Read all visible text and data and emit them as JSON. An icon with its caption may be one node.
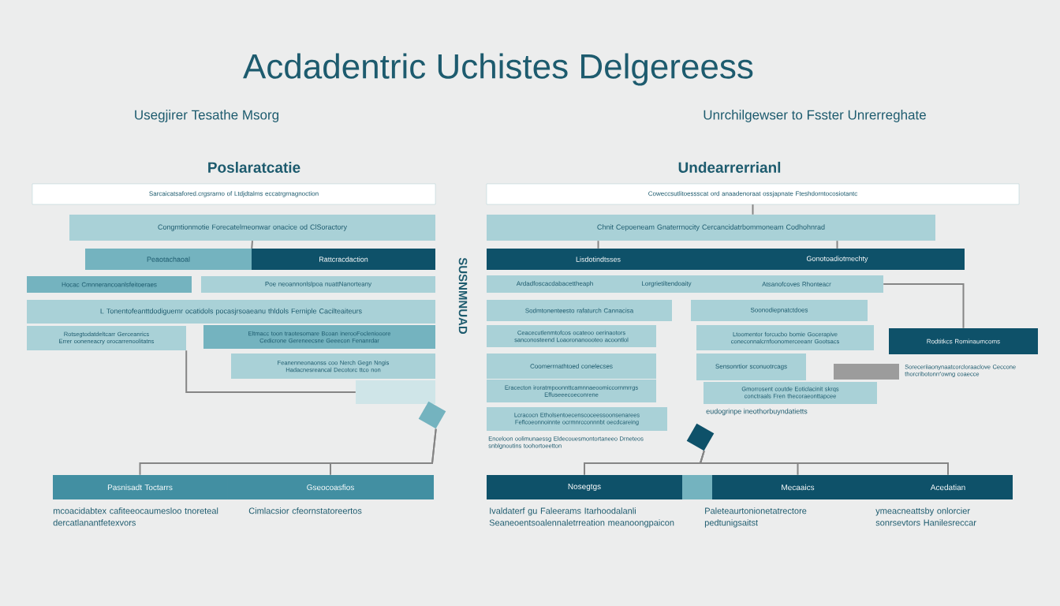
{
  "diagram": {
    "title": "Acdadentric Uchistes Delgereess",
    "nodes": [
      {
        "text": [
          "Sarcaicatsafored.crgsrarno of Ltdjdtalms eccatrgrnagnoction"
        ]
      },
      {
        "text": [
          "Congmtionmotie Forecatelmeonwar onacice od ClSoractory"
        ]
      },
      {
        "text": [
          "Peaotachaoal"
        ]
      },
      {
        "text": [
          "Rattcracdaction"
        ]
      },
      {
        "text": [
          "Hocac Cmnnerancoanlsfeitoeraes"
        ]
      },
      {
        "text": [
          "Poe neoannonlslpoa nuattNanorteany"
        ]
      },
      {
        "text": [
          "L Tonentofeanttdodiguemr ocatidols pocasjrsoaeanu thldols Ferniple Cacilteaiteurs"
        ]
      },
      {
        "text": [
          "Rotsegtodatdeltcarr Gerceanrics Errer ooneneacry orocarrenoolitatns"
        ]
      },
      {
        "text": [
          "Eltmacc toon traotesomare Bcoan inerooFocleniooore Cedicrone Gereneecsne Geeecon Fenanrdar"
        ]
      },
      {
        "text": [
          "Feanenneonaonss coo Nerch Gegn Nngis Hadacnesreancal Decotorc ttco non"
        ]
      },
      {
        "text": [],
        "shape": "box"
      },
      {
        "text": [
          "Pasnisadt Toctarrs"
        ],
        "beside": [
          "mcoacidabtex cafiteeocaumesloo tnoreteal dercatlanantfetexvors"
        ]
      },
      {
        "text": [
          "Gseocoasfios"
        ],
        "beside": [
          "Cimlacsior cfeornstatoreertos"
        ]
      },
      {
        "text": [
          "Coweccsutlitoessscat ord anaadenoraat ossjapnate Fteshdorntocosiotantc"
        ]
      },
      {
        "text": [
          "Chnit Cepoeneam Gnaterrnocity Cercancidatrbommoneam Codhohnrad"
        ]
      },
      {
        "text": [
          "Lisdotindtsses"
        ]
      },
      {
        "text": [
          "Gonotoadiotmechty"
        ]
      },
      {
        "text": [
          "Ardadfoscacdabacettheaph"
        ]
      },
      {
        "text": [
          "Lorgrietiltendoaity"
        ]
      },
      {
        "text": [
          "Atsanofcoves Rhonteacr"
        ]
      },
      {
        "text": [
          "Sodmtonenteesto rafaturch Cannacisa"
        ]
      },
      {
        "text": [
          "Soonodiepnatctdoes"
        ]
      },
      {
        "text": [
          "Ceacecutlenmtofcos ocateoo oerinaotors sanconosteend Loaoronanoooteo acoontlol"
        ]
      },
      {
        "text": [
          "Ltoomentor forcucbo bomie Gocerapive coneconnalcrnfoonomerceeanr Gootsacs"
        ]
      },
      {
        "text": [
          "Rodtitkcs Rominaumcoms"
        ]
      },
      {
        "text": [
          "Coomerrnathtoed conelecses"
        ]
      },
      {
        "text": [
          "Sensonrtior sconuotrcags"
        ]
      },
      {
        "text": [],
        "shape": "box"
      },
      {
        "text": [
          "Eracecton iroratmpoonnttcamnnaeoomiccornmrrgs Effuseeecoeconrene"
        ]
      },
      {
        "text": [
          "Gmorrosent coutde Eoticlacinit skrqs conctraals Fren thecoraeonttapcee"
        ]
      },
      {
        "text": [
          "Lcracocn Etholsentoecenscoceessoonsenarees Feflcoeonnoinnte ocrmnrcconnnbt oecdcareing"
        ]
      },
      {
        "text": [
          "Nosegtgs"
        ],
        "beside": [
          "Ivaldaterf gu Faleerams Itarhoodalanli Seaneoentsoalennaletrreation meanoongpaicon"
        ]
      },
      {
        "text": [],
        "shape": "bar"
      },
      {
        "text": [
          "Mecaaics"
        ],
        "beside": [
          "Paleteaurtonionetatrectore pedtunigsaitst"
        ]
      },
      {
        "text": [
          "Acedatian"
        ],
        "beside": [
          "ymeacneattsby onlorcier sonrsevtors Hanilesreccar"
        ]
      },
      {
        "text": [],
        "shape": "diamond"
      },
      {
        "text": [],
        "shape": "diamond"
      }
    ],
    "edges": [
      {
        "from": 1,
        "to": 2,
        "arrow": "none"
      },
      {
        "from": 13,
        "to": 14,
        "arrow": "none"
      },
      {
        "from": 14,
        "to": 15,
        "arrow": "none"
      },
      {
        "from": 14,
        "to": 16,
        "arrow": "none"
      },
      {
        "from": 19,
        "to": 24,
        "arrow": "none"
      },
      {
        "from": 7,
        "to": 10,
        "arrow": "none"
      },
      {
        "from": 35,
        "to": 11,
        "arrow": "none"
      },
      {
        "from": 35,
        "to": 12,
        "arrow": "none"
      },
      {
        "from": 36,
        "to": 31,
        "arrow": "none"
      },
      {
        "from": 36,
        "to": 33,
        "arrow": "none"
      },
      {
        "from": 36,
        "to": 34,
        "arrow": "none"
      }
    ],
    "labels": [
      "Usegjirer Tesathe Msorg",
      "Unrchilgewser to Fsster Unrerreghate",
      "Poslaratcatie",
      "Undearrerrianl",
      "SUSNMNUAD",
      "Soreceriiaonynaatcorcloraaclove Ceccone thorcribotonrr'owng coaecce",
      "eudogrinpe ineothorbuyndatietts",
      "Enceloon oolimunaessg Eldecouesmontortaneeo Drneteos snblgnoutins toohortoeetton"
    ]
  }
}
